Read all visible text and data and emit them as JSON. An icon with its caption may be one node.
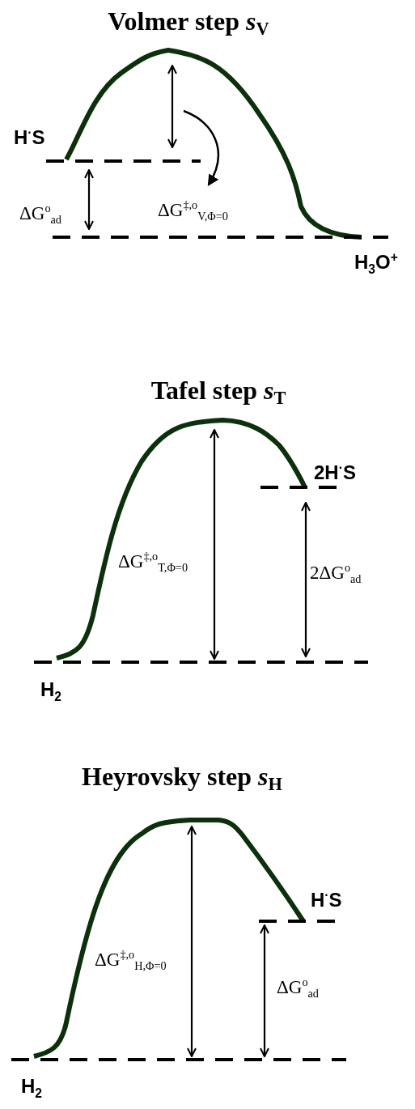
{
  "diagram": {
    "labels": [
      "Volmer step *s*$_{V}$",
      "H$^{·}$S",
      "ΔG$^{o}$$_{ad}$",
      "ΔG$^{‡,o}$$_{V,Φ=0}$",
      "H$_{3}$O$^{+}$",
      "Tafel step *s*$_{T}$",
      "2H$^{·}$S",
      "ΔG$^{‡,o}$$_{T,Φ=0}$",
      "2ΔG$^{o}$$_{ad}$",
      "H$_{2}$",
      "Heyrovsky step *s*$_{H}$",
      "H$^{·}$S",
      "ΔG$^{‡,o}$$_{H,Φ=0}$",
      "ΔG$^{o}$$_{ad}$",
      "H$_{2}$"
    ]
  }
}
